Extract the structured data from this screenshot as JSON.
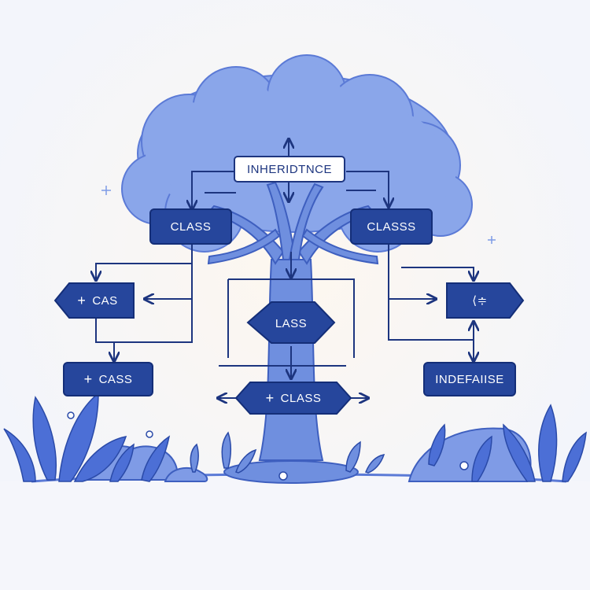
{
  "diagram": {
    "root": {
      "label": "INHERIDTNCE"
    },
    "nodes": {
      "class_left": "CLASS",
      "class_right": "CLASSS",
      "cas": "CAS",
      "cass": "CASS",
      "lass": "LASS",
      "class_center": "CLASS",
      "right_symbol": "⟨≑",
      "indefaiise": "INDEFAIISE"
    },
    "plus_symbol": "+"
  },
  "colors": {
    "node_fill": "#26469c",
    "node_border": "#142e78",
    "line": "#1d357f",
    "tree": "#6f8fdf",
    "canopy": "#8aa6ea",
    "background": "#f3f5fb"
  }
}
